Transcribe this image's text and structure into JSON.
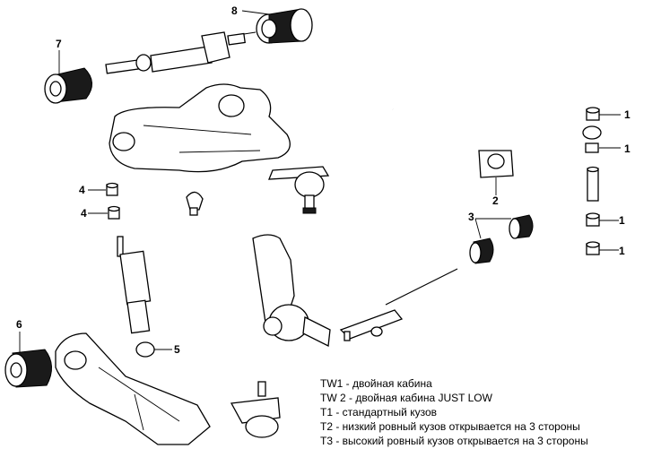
{
  "callouts": {
    "c1a": "1",
    "c1b": "1",
    "c1c": "1",
    "c1d": "1",
    "c2": "2",
    "c3": "3",
    "c4a": "4",
    "c4b": "4",
    "c5": "5",
    "c6": "6",
    "c7": "7",
    "c8": "8"
  },
  "legend": [
    "TW1 - двойная кабина",
    "TW 2 - двойная кабина  JUST LOW",
    "T1 - стандартный кузов",
    "T2 - низкий ровный кузов открывается на 3 стороны",
    "T3 -   высокий  ровный кузов открывается на 3 стороны"
  ]
}
